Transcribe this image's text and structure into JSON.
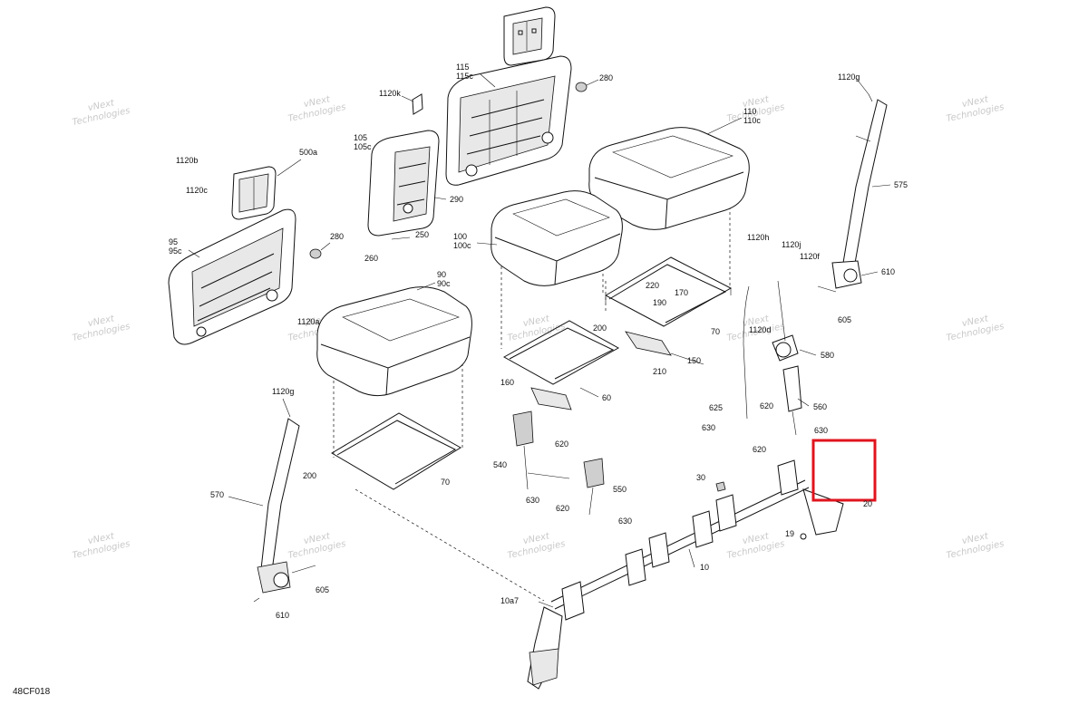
{
  "diagram": {
    "figure_code": "48CF018",
    "watermark": {
      "line1": "vNext",
      "line2": "Technologies"
    },
    "callouts": {
      "c1120g_top": "1120g",
      "c575": "575",
      "c610_r": "610",
      "c605_r": "605",
      "c580": "580",
      "c560": "560",
      "c620_r1": "620",
      "c620_r2": "620",
      "c625": "625",
      "c630_r1": "630",
      "c630_r2": "630",
      "c1120h": "1120h",
      "c1120j": "1120j",
      "c1120f": "1120f",
      "c1120d": "1120d",
      "c110": "110",
      "c110c": "110c",
      "c115": "115",
      "c115c": "115c",
      "c280_top": "280",
      "c1120k": "1120k",
      "c105": "105",
      "c105c": "105c",
      "c290": "290",
      "c250": "250",
      "c260": "260",
      "c100": "100",
      "c100c": "100c",
      "c220": "220",
      "c190": "190",
      "c170": "170",
      "c70_r": "70",
      "c150": "150",
      "c210": "210",
      "c200_m": "200",
      "c160": "160",
      "c60": "60",
      "c500a": "500a",
      "c1120b": "1120b",
      "c1120c": "1120c",
      "c95": "95",
      "c95c": "95c",
      "c280_l": "280",
      "c1120a": "1120a",
      "c90": "90",
      "c90c": "90c",
      "c1120g_l": "1120g",
      "c200_l": "200",
      "c70_l": "70",
      "c570": "570",
      "c605_l": "605",
      "c610_l": "610",
      "c540": "540",
      "c620_m1": "620",
      "c620_m2": "620",
      "c630_m1": "630",
      "c630_m2": "630",
      "c550": "550",
      "c30": "30",
      "c20": "20",
      "c19": "19",
      "c10": "10",
      "c10a7": "10a7"
    }
  }
}
